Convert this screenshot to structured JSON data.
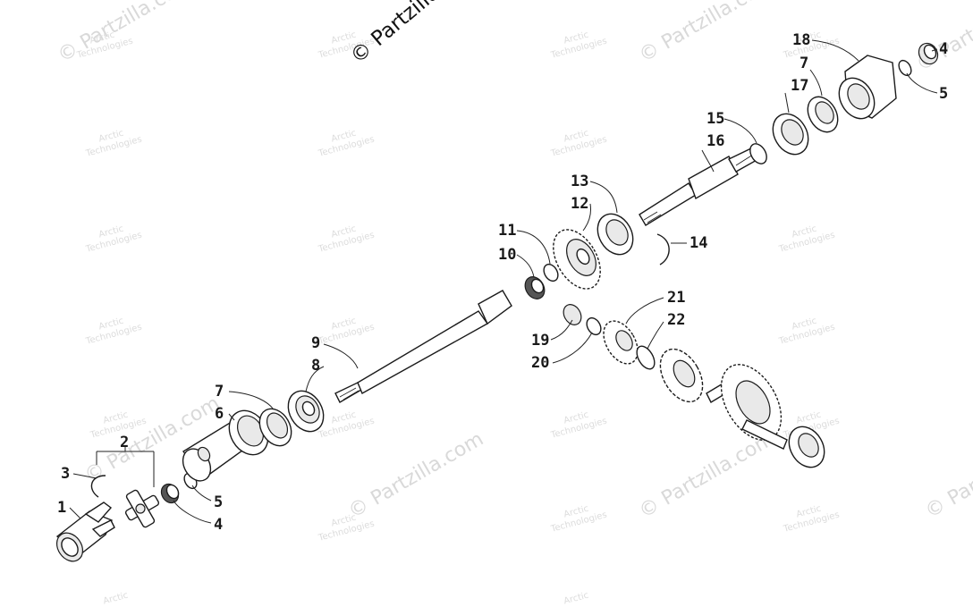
{
  "copyright": "© Partzilla",
  "watermarks": {
    "brand": "© Partzilla.com",
    "small_line1": "Arctic",
    "small_line2": "Technologies"
  },
  "callouts": [
    {
      "id": "1",
      "label": "1"
    },
    {
      "id": "2",
      "label": "2"
    },
    {
      "id": "3",
      "label": "3"
    },
    {
      "id": "4a",
      "label": "4"
    },
    {
      "id": "5a",
      "label": "5"
    },
    {
      "id": "6",
      "label": "6"
    },
    {
      "id": "7a",
      "label": "7"
    },
    {
      "id": "8",
      "label": "8"
    },
    {
      "id": "9",
      "label": "9"
    },
    {
      "id": "10",
      "label": "10"
    },
    {
      "id": "11",
      "label": "11"
    },
    {
      "id": "12",
      "label": "12"
    },
    {
      "id": "13",
      "label": "13"
    },
    {
      "id": "14",
      "label": "14"
    },
    {
      "id": "15",
      "label": "15"
    },
    {
      "id": "16",
      "label": "16"
    },
    {
      "id": "17",
      "label": "17"
    },
    {
      "id": "7b",
      "label": "7"
    },
    {
      "id": "18",
      "label": "18"
    },
    {
      "id": "4b",
      "label": "4"
    },
    {
      "id": "5b",
      "label": "5"
    },
    {
      "id": "19",
      "label": "19"
    },
    {
      "id": "20",
      "label": "20"
    },
    {
      "id": "21",
      "label": "21"
    },
    {
      "id": "22",
      "label": "22"
    }
  ]
}
